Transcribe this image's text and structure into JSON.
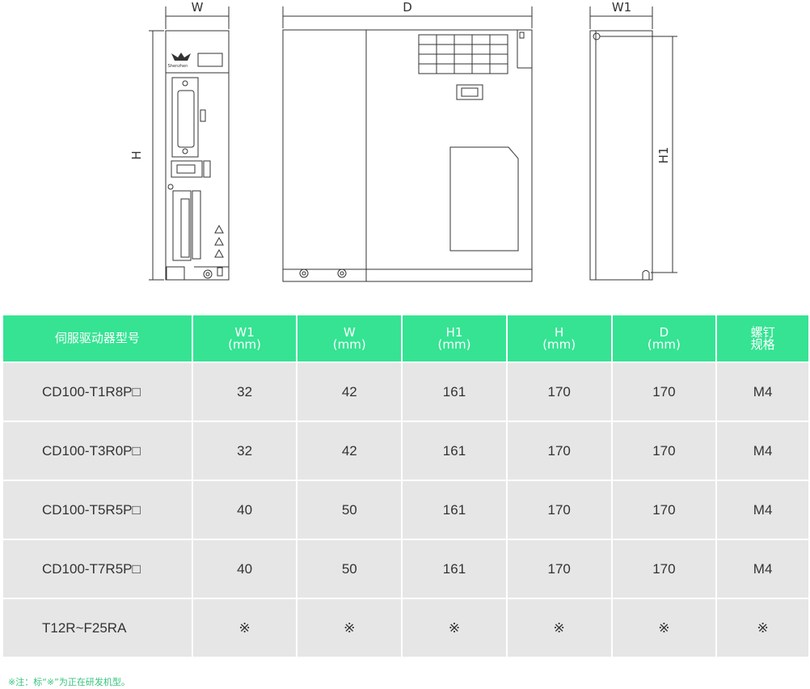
{
  "drawing": {
    "labels": {
      "front_width": "W",
      "front_height": "H",
      "side_depth": "D",
      "rear_width": "W1",
      "rear_height": "H1"
    },
    "brand_text": "Shenzhen"
  },
  "table": {
    "headers": [
      {
        "line1": "伺服驱动器型号",
        "line2": ""
      },
      {
        "line1": "W1",
        "line2": "(mm)"
      },
      {
        "line1": "W",
        "line2": "(mm)"
      },
      {
        "line1": "H1",
        "line2": "(mm)"
      },
      {
        "line1": "H",
        "line2": "(mm)"
      },
      {
        "line1": "D",
        "line2": "(mm)"
      },
      {
        "line1": "螺钉",
        "line2": "规格"
      }
    ],
    "rows": [
      {
        "model": "CD100-T1R8P□",
        "w1": "32",
        "w": "42",
        "h1": "161",
        "h": "170",
        "d": "170",
        "screw": "M4"
      },
      {
        "model": "CD100-T3R0P□",
        "w1": "32",
        "w": "42",
        "h1": "161",
        "h": "170",
        "d": "170",
        "screw": "M4"
      },
      {
        "model": "CD100-T5R5P□",
        "w1": "40",
        "w": "50",
        "h1": "161",
        "h": "170",
        "d": "170",
        "screw": "M4"
      },
      {
        "model": "CD100-T7R5P□",
        "w1": "40",
        "w": "50",
        "h1": "161",
        "h": "170",
        "d": "170",
        "screw": "M4"
      },
      {
        "model": "T12R~F25RA",
        "w1": "※",
        "w": "※",
        "h1": "※",
        "h": "※",
        "d": "※",
        "screw": "※"
      }
    ]
  },
  "note": "※注：标“※”为正在研发机型。",
  "colors": {
    "header_bg": "#35e393",
    "cell_bg": "#e6e6e7",
    "note": "#35c47d",
    "line": "#333333"
  }
}
